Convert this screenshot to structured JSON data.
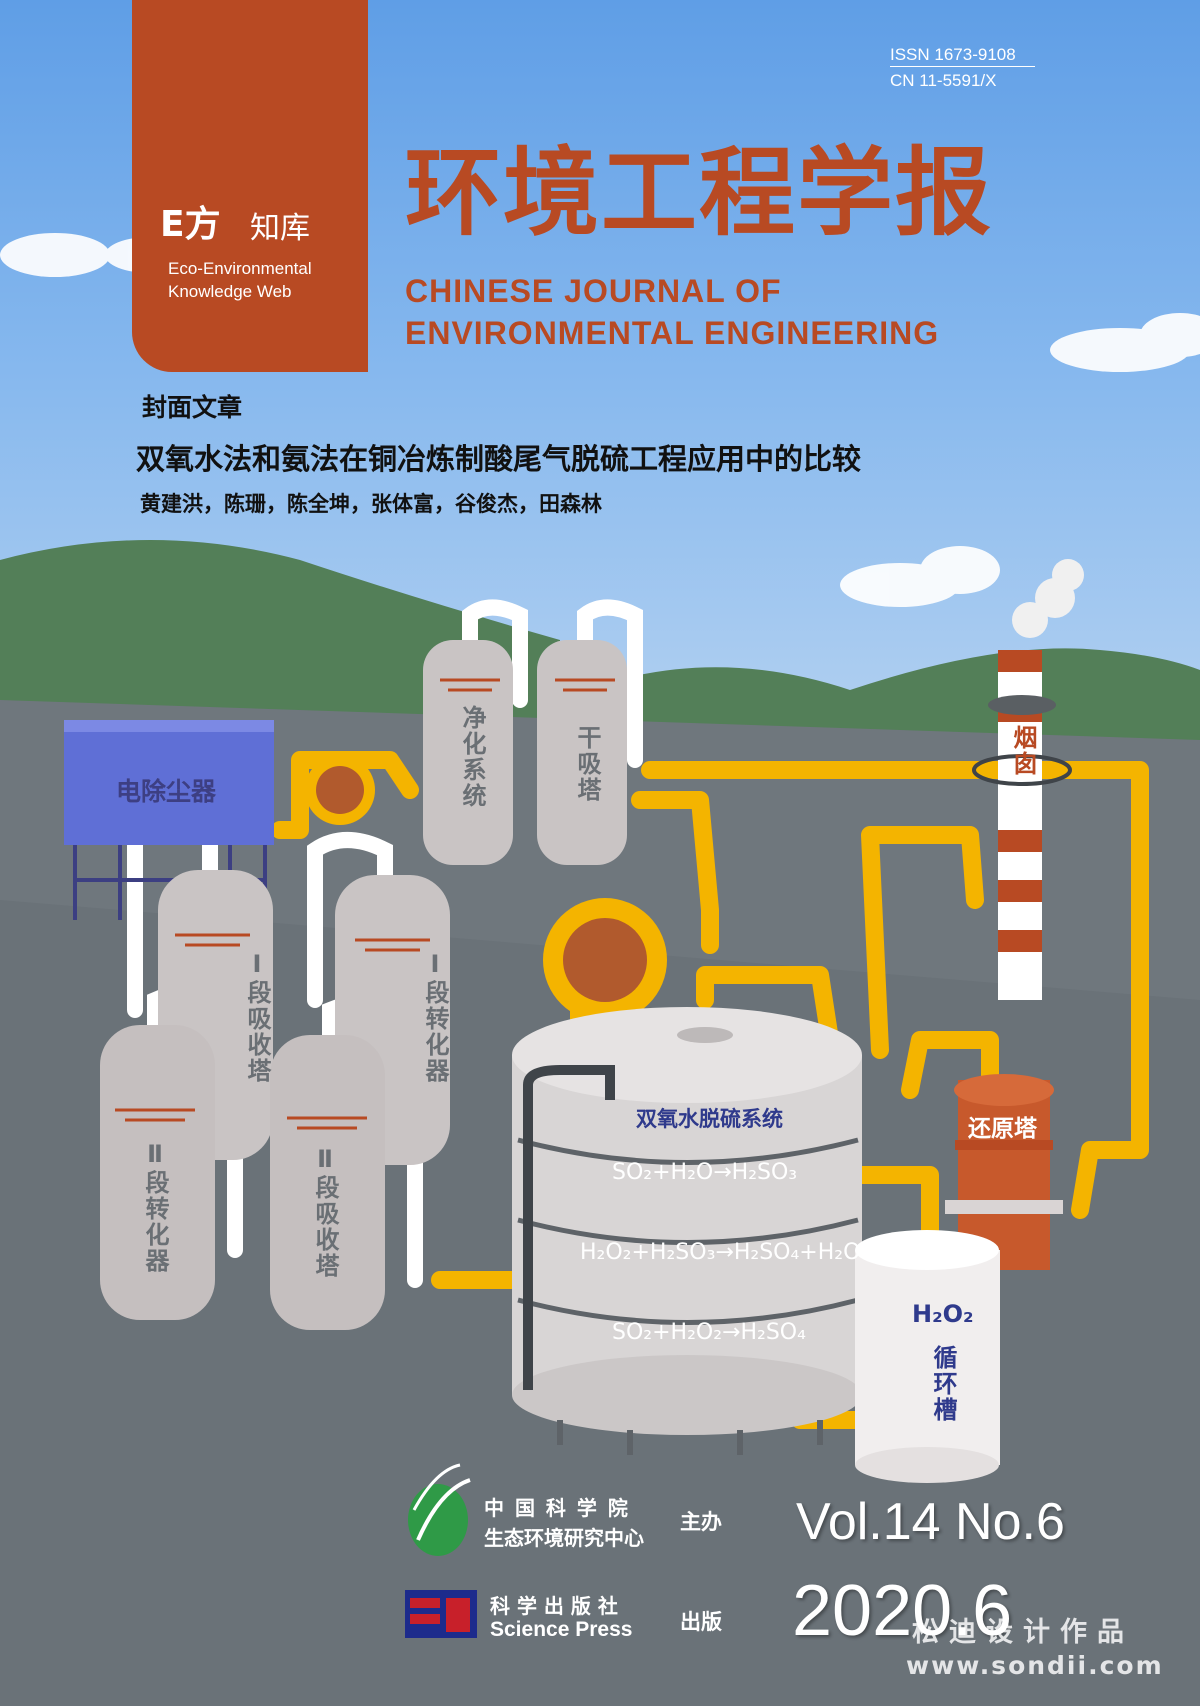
{
  "masthead": {
    "issn": "ISSN 1673-9108",
    "cn": "CN 11-5591/X",
    "title_cn": "环境工程学报",
    "title_en_line1": "CHINESE JOURNAL OF",
    "title_en_line2": "ENVIRONMENTAL ENGINEERING"
  },
  "brand": {
    "logo_mark": "E方",
    "logo_cn": "知库",
    "en_line1": "Eco-Environmental",
    "en_line2": "Knowledge Web"
  },
  "cover_story": {
    "section": "封面文章",
    "title": "双氧水法和氨法在铜冶炼制酸尾气脱硫工程应用中的比较",
    "authors": "黄建洪，陈珊，陈全坤，张体富，谷俊杰，田森林"
  },
  "illustration": {
    "precipitator": "电除尘器",
    "purify": "净化系统",
    "dry_tower": "干吸塔",
    "abs1": "Ⅰ段吸收塔",
    "conv1": "Ⅰ段转化器",
    "conv2": "Ⅱ段转化器",
    "abs2": "Ⅱ段吸收塔",
    "chimney": "烟囱",
    "reduce": "还原塔",
    "system": "双氧水脱硫系统",
    "h2o2": "H₂O₂",
    "tank": "循环槽",
    "eq1": "SO₂+H₂O→H₂SO₃",
    "eq2": "H₂O₂+H₂SO₃→H₂SO₄+H₂O",
    "eq3": "SO₂+H₂O₂→H₂SO₄"
  },
  "publisher": {
    "cas_line1": "中 国 科 学 院",
    "cas_line2": "生态环境研究中心",
    "host": "主办",
    "sp_cn": "科 学 出 版 社",
    "sp_en": "Science Press",
    "publish": "出版"
  },
  "issue": {
    "volume": "Vol.14 No.6",
    "date": "2020.6"
  },
  "watermark": {
    "line1": "松迪设计作品",
    "line2": "www.sondii.com"
  },
  "colors": {
    "brand": "#b84a23",
    "pipe": "#f4b400",
    "tank": "#c9c4c4",
    "sky": "#7fb3ec",
    "ground": "#6e767c"
  }
}
